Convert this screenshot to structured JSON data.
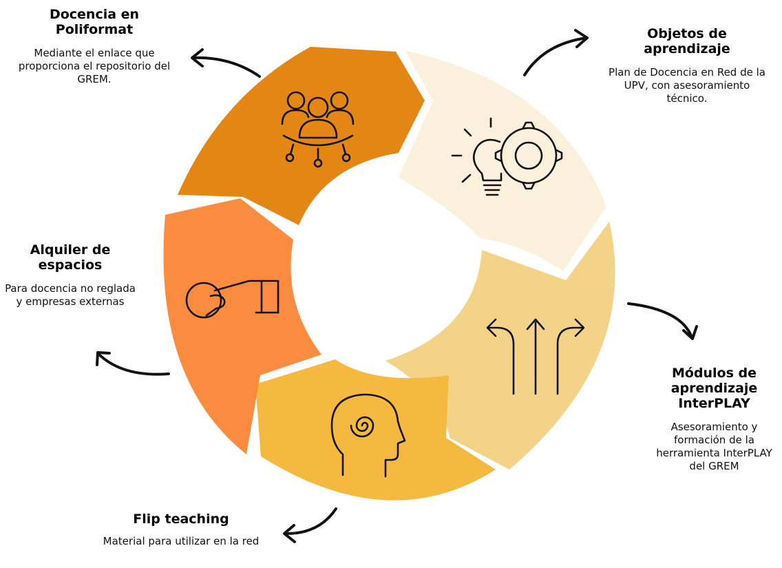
{
  "colors": {
    "docencia": "#E48614",
    "objetos": "#FAF0DC",
    "modulos": "#F2D388",
    "flip": "#F6B93F",
    "alquiler": "#FB8C3F"
  },
  "items": [
    {
      "id": "docencia",
      "title": "Docencia en Poliformat",
      "text": "Mediante el enlace que proporciona el repositorio del GREM.",
      "icon": "group-network-icon"
    },
    {
      "id": "objetos",
      "title": "Objetos de aprendizaje",
      "text": "Plan de Docencia en Red de la UPV, con asesoramiento técnico.",
      "icon": "lightbulb-gear-icon"
    },
    {
      "id": "modulos",
      "title": "Módulos de aprendizaje InterPLAY",
      "text": "Asesoramiento y formación de la herramienta InterPLAY del GREM",
      "icon": "directional-arrows-icon"
    },
    {
      "id": "flip",
      "title": "Flip teaching",
      "text": "Material para utilizar en la red",
      "icon": "head-spiral-icon"
    },
    {
      "id": "alquiler",
      "title": "Alquiler de espacios",
      "text": "Para docencia no reglada y empresas externas",
      "icon": "hand-ball-icon"
    }
  ]
}
